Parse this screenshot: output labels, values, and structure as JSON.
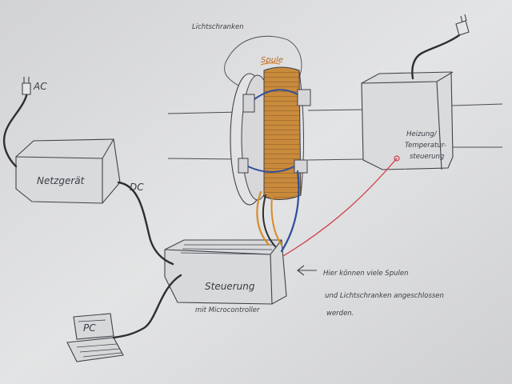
{
  "labels": {
    "ac": "AC",
    "dc": "DC",
    "netzgeraet": "Netzgerät",
    "lichtschranken": "Lichtschranken",
    "spule": "Spule",
    "heizung_1": "Heizung/",
    "heizung_2": "Temperatur-",
    "heizung_3": "steuerung",
    "steuerung": "Steuerung",
    "microcontroller": "mit Microcontroller",
    "note_1": "Hier können viele Spulen",
    "note_2": "und Lichtschranken angeschlossen",
    "note_3": "werden.",
    "pc": "PC"
  },
  "colors": {
    "paper": "#d9dadb",
    "pencil": "#3f424a",
    "cable": "#2e2f33",
    "coil": "#c98a3c",
    "blue_wire": "#2f4f9a",
    "orange_wire": "#d98a2a",
    "red_wire": "#d23c4a"
  }
}
